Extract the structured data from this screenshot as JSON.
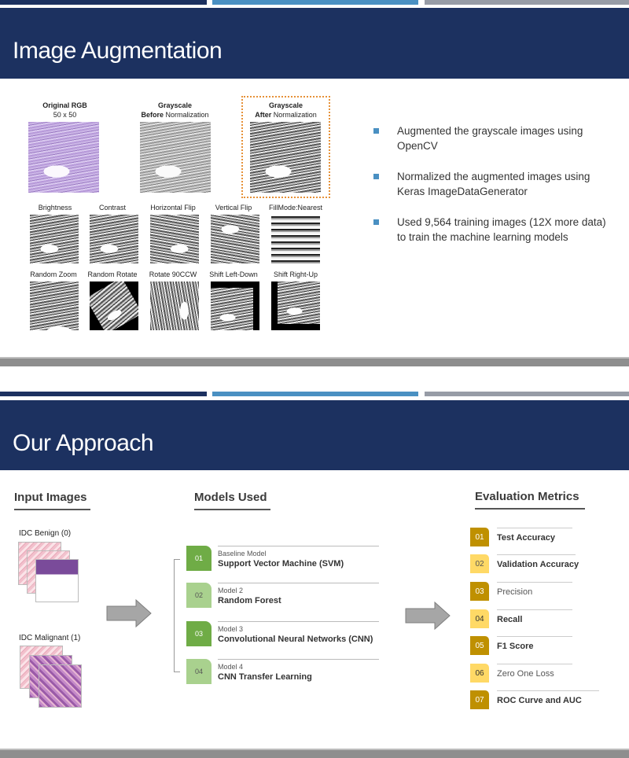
{
  "colors": {
    "navy": "#1c3160",
    "blue": "#4a90c2",
    "gray_bar": "#979ca6",
    "separator": "#8e8e8e",
    "green_dark": "#6fac46",
    "green_light": "#a9d18e",
    "gold_dark": "#bf9000",
    "gold_light": "#ffd966",
    "dotted_border": "#e69138"
  },
  "slide1": {
    "title": "Image Augmentation",
    "top_images": [
      {
        "title": "Original RGB",
        "subtitle": "50 x 50",
        "style": "purple"
      },
      {
        "title": "Grayscale",
        "subtitle_bold": "Before",
        "subtitle": " Normalization",
        "style": "gray"
      },
      {
        "title": "Grayscale",
        "subtitle_bold": "After",
        "subtitle": " Normalization",
        "style": "grayd"
      }
    ],
    "row1_labels": [
      "Brightness",
      "Contrast",
      "Horizontal Flip",
      "Vertical Flip",
      "FillMode:Nearest"
    ],
    "row2_labels": [
      "Random Zoom",
      "Random Rotate",
      "Rotate 90CCW",
      "Shift Left-Down",
      "Shift Right-Up"
    ],
    "bullets": [
      "Augmented the grayscale images using OpenCV",
      "Normalized the augmented images using Keras ImageDataGenerator",
      "Used 9,564 training images (12X more data) to train the machine learning models"
    ]
  },
  "slide2": {
    "title": "Our Approach",
    "input": {
      "heading": "Input Images",
      "benign_label": "IDC Benign (0)",
      "malignant_label": "IDC Malignant (1)"
    },
    "models": {
      "heading": "Models Used",
      "items": [
        {
          "num": "01",
          "sub": "Baseline Model",
          "name": "Support Vector Machine (SVM)",
          "shade": "dark"
        },
        {
          "num": "02",
          "sub": "Model 2",
          "name": "Random Forest",
          "shade": "light"
        },
        {
          "num": "03",
          "sub": "Model 3",
          "name": "Convolutional Neural Networks (CNN)",
          "shade": "dark"
        },
        {
          "num": "04",
          "sub": "Model 4",
          "name": "CNN Transfer Learning",
          "shade": "light"
        }
      ]
    },
    "metrics": {
      "heading": "Evaluation Metrics",
      "items": [
        {
          "num": "01",
          "name": "Test Accuracy",
          "bold": true,
          "shade": "dark"
        },
        {
          "num": "02",
          "name": "Validation Accuracy",
          "bold": true,
          "shade": "light"
        },
        {
          "num": "03",
          "name": "Precision",
          "bold": false,
          "shade": "dark"
        },
        {
          "num": "04",
          "name": "Recall",
          "bold": true,
          "shade": "light"
        },
        {
          "num": "05",
          "name": "F1 Score",
          "bold": true,
          "shade": "dark"
        },
        {
          "num": "06",
          "name": "Zero One Loss",
          "bold": false,
          "shade": "light"
        },
        {
          "num": "07",
          "name": "ROC Curve and AUC",
          "bold": true,
          "shade": "dark"
        }
      ]
    }
  }
}
